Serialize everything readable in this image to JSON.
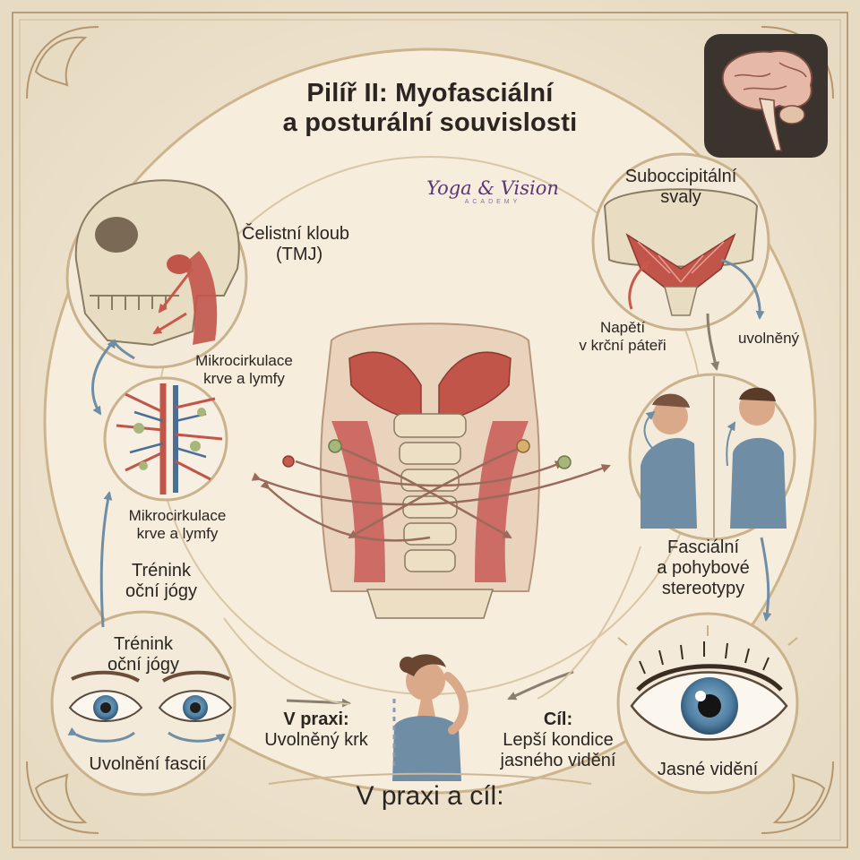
{
  "title": {
    "line1": "Pilíř II: Myofasciální",
    "line2": "a posturální souvislosti"
  },
  "brand": {
    "name": "Yoga & Vision",
    "tagline": "ACADEMY"
  },
  "nodes": {
    "tmj": {
      "line1": "Čelistní kloub",
      "line2": "(TMJ)"
    },
    "micro_top": {
      "line1": "Mikrocirkulace",
      "line2": "krve a lymfy"
    },
    "micro_left": {
      "line1": "Mikrocirkulace",
      "line2": "krve a lymfy"
    },
    "training_left": {
      "line1": "Trénink",
      "line2": "oční jógy"
    },
    "training_circle": {
      "line1": "Trénink",
      "line2": "oční jógy"
    },
    "fascia_release": "Uvolnění fascií",
    "suboccipital": {
      "line1": "Suboccipitální",
      "line2": "svaly"
    },
    "tension": {
      "line1": "Napětí",
      "line2": "v krční páteři"
    },
    "relaxed": "uvolněný",
    "fascial": {
      "line1": "Fasciální",
      "line2": "a pohybové",
      "line3": "stereotypy"
    },
    "clear_vision": "Jasné vidění",
    "practice": {
      "label": "V praxi:",
      "text": "Uvolněný krk"
    },
    "goal": {
      "label": "Cíl:",
      "line1": "Lepší kondice",
      "line2": "jasného vidění"
    }
  },
  "footer": "V praxi a cíl:",
  "colors": {
    "background": "#efe4d0",
    "ring": "#f6eddd",
    "muscle": "#c2554a",
    "bone": "#e8ddc2",
    "arrow_blue": "#6f8ea6",
    "arrow_red": "#c85a4c",
    "arrow_green": "#8aa07c",
    "brand": "#5a3775",
    "iris": "#4e7fa3"
  },
  "icons": [
    "brain-icon",
    "skull-icon",
    "vessels-icon",
    "eyes-icon",
    "suboccipital-icon",
    "posture-icon",
    "eye-icon",
    "neck-icon",
    "woman-stretch-icon"
  ]
}
